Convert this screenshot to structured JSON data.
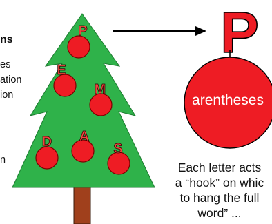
{
  "left_panel": {
    "title_fragment": "ns",
    "lines": [
      "es",
      "ation",
      "ion",
      "n"
    ]
  },
  "tree": {
    "ornament_letters": [
      "P",
      "E",
      "M",
      "D",
      "A",
      "S"
    ],
    "colors": {
      "foliage": "#2fb24a",
      "trunk": "#a0401c",
      "ornament": "#ee1c24"
    }
  },
  "ornament_detail": {
    "letter": "P",
    "label": "arentheses"
  },
  "caption": {
    "lines": [
      "Each letter acts",
      "a “hook” on whic",
      "to hang the full",
      "word” ..."
    ]
  }
}
